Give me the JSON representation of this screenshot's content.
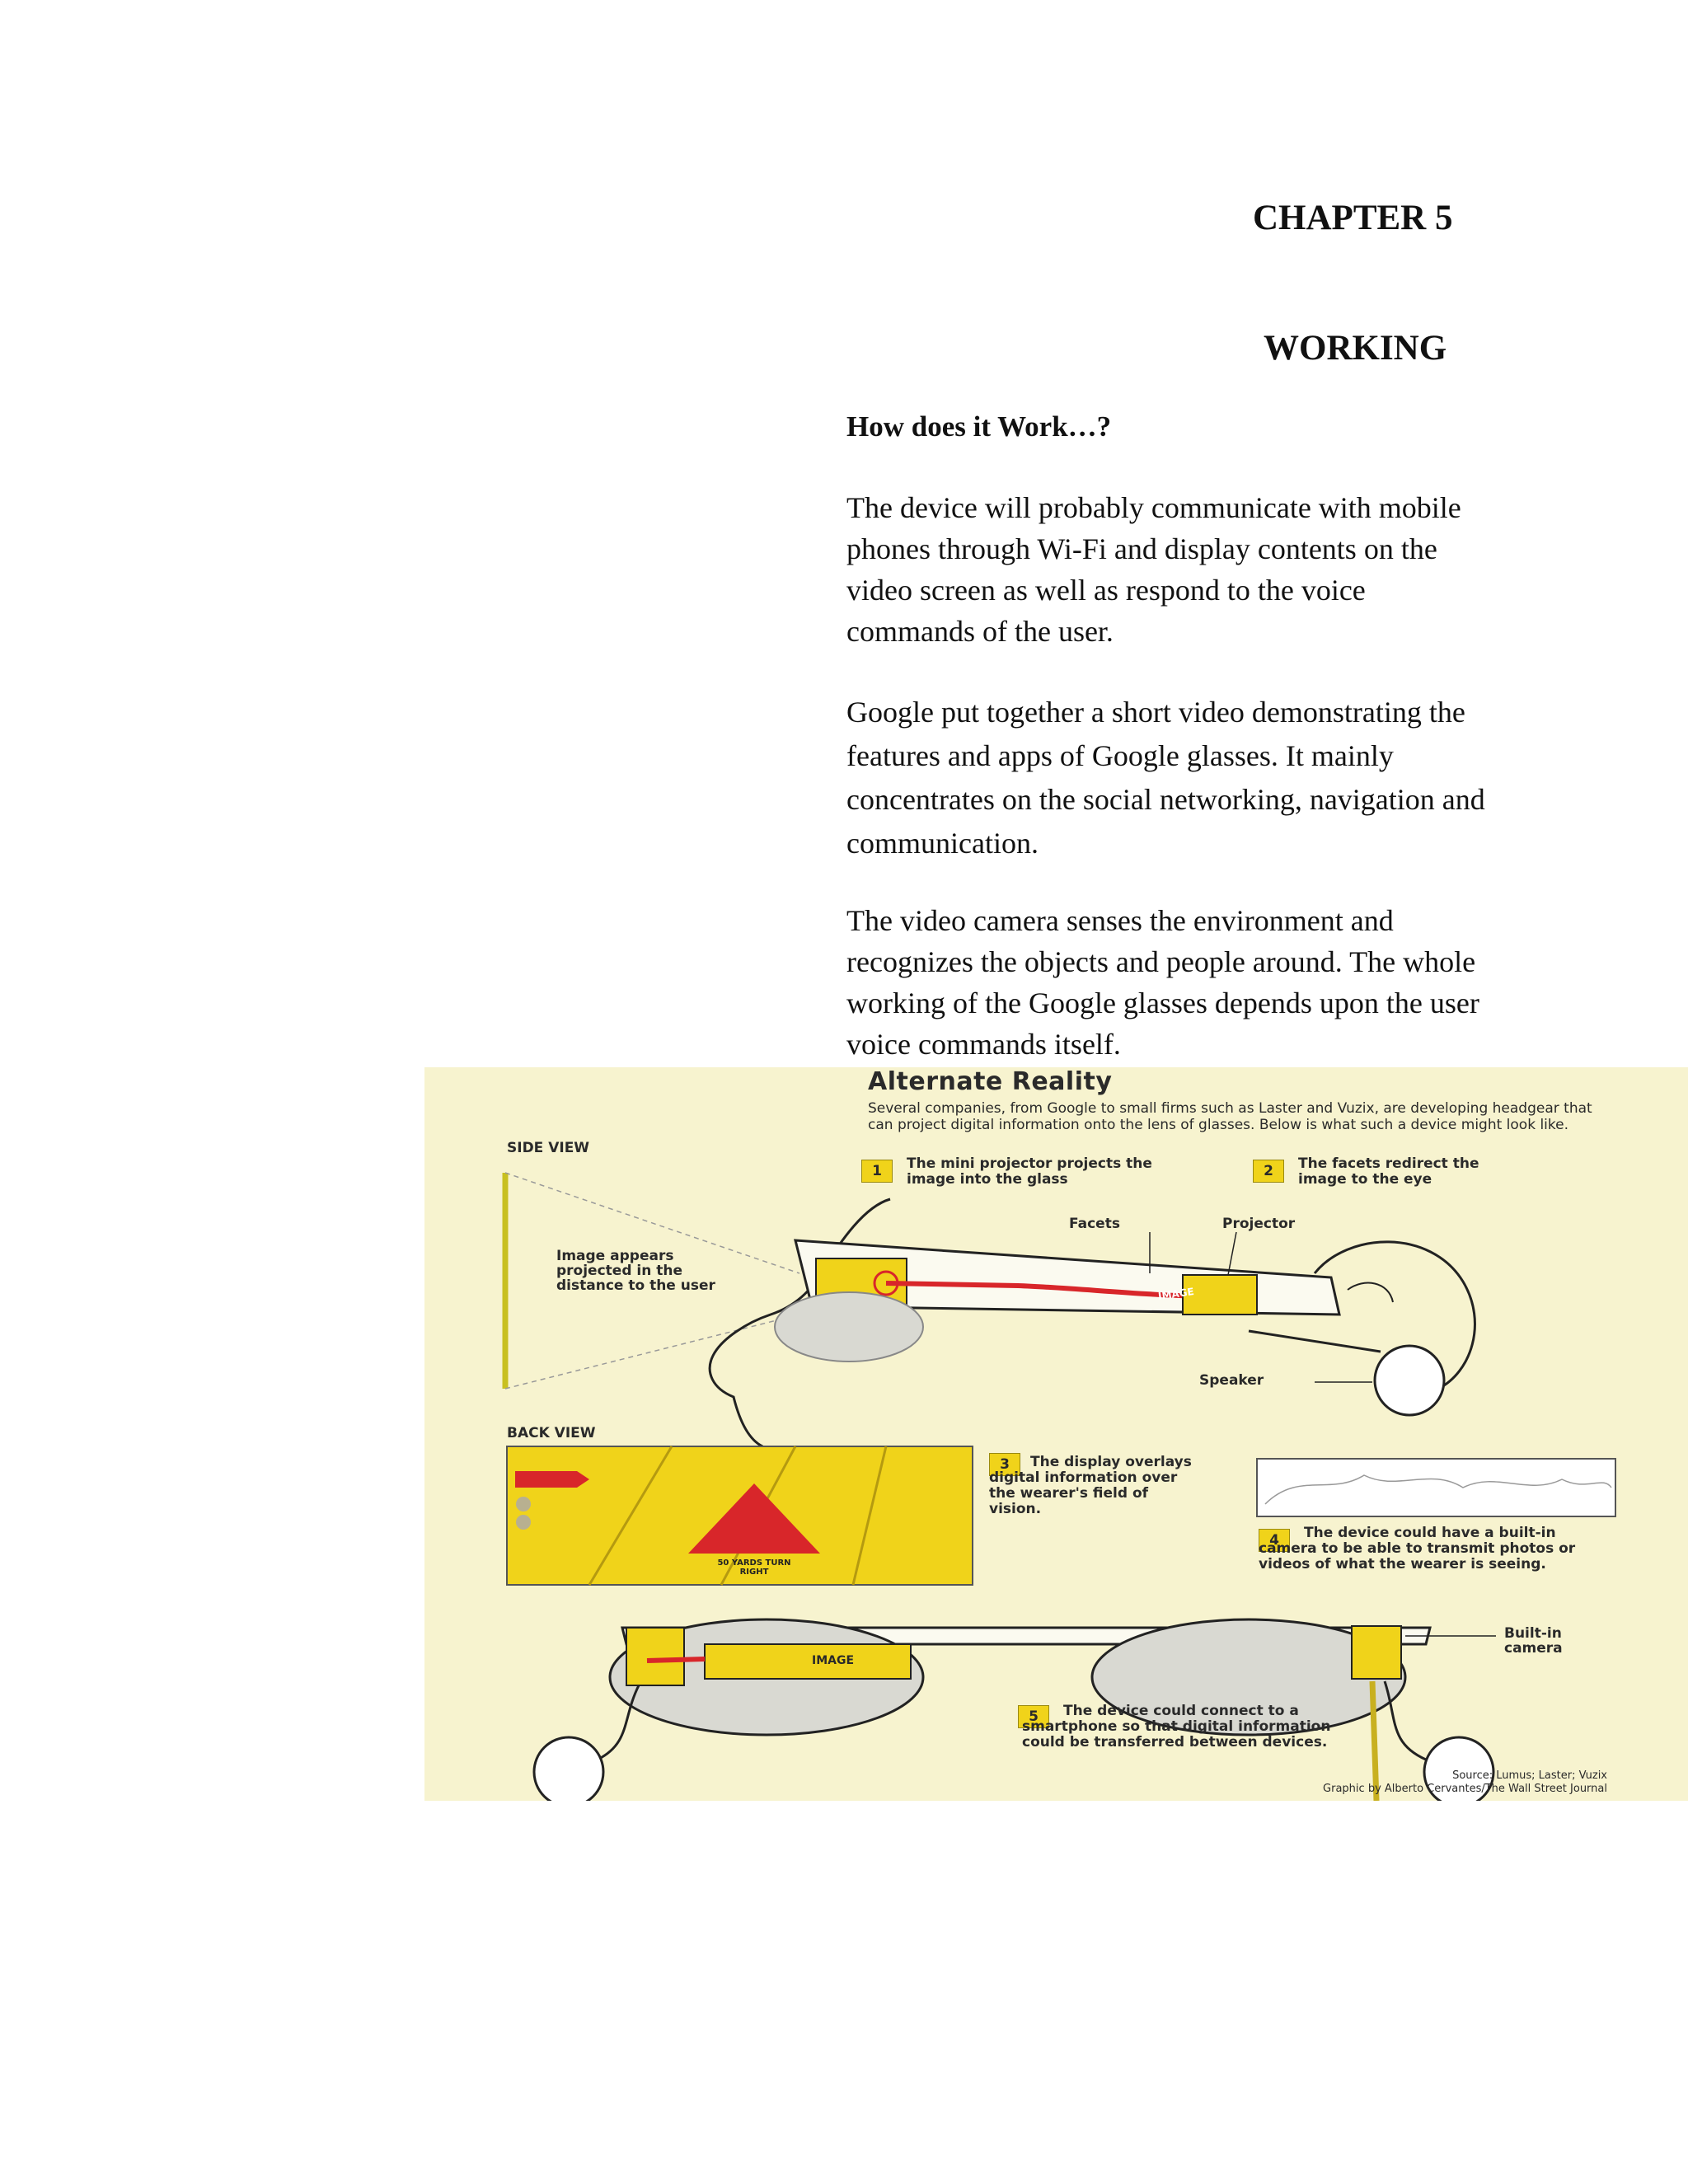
{
  "chapter": {
    "label": "CHAPTER 5",
    "title": "WORKING"
  },
  "section": {
    "heading": "How does it Work…?"
  },
  "paragraphs": [
    "The device will probably communicate with mobile phones through Wi-Fi and display contents on the video screen as well as respond to the voice commands of the user.",
    "Google put together a short video demonstrating the features and apps of Google glasses. It mainly concentrates on the social networking, navigation and communication.",
    "The video camera senses the environment and recognizes the objects and people around. The whole working of the Google glasses depends upon the user voice commands itself."
  ],
  "infographic": {
    "title": "Alternate Reality",
    "intro": "Several companies, from Google to small firms such as Laster and Vuzix, are developing headgear that can project digital information onto the lens of glasses. Below is what such a device might look like.",
    "side_view": "SIDE VIEW",
    "back_view": "BACK VIEW",
    "steps": [
      {
        "num": "1",
        "text": "The mini projector projects the image into the glass"
      },
      {
        "num": "2",
        "text": "The facets redirect the image to the eye"
      },
      {
        "num": "3",
        "text": "The display overlays digital information over the wearer's field of vision."
      },
      {
        "num": "4",
        "text": "The device could have a built-in camera to be able to transmit photos or videos of what the wearer is seeing."
      },
      {
        "num": "5",
        "text": "The device could connect to a smartphone so that digital information could be transferred between devices."
      }
    ],
    "labels": {
      "image_appears": "Image appears projected in the distance to the user",
      "facets": "Facets",
      "projector": "Projector",
      "speaker": "Speaker",
      "builtin_camera": "Built-in camera",
      "image_tag": "IMAGE",
      "yards": "50 YARDS TURN RIGHT"
    },
    "source": "Source: Lumus; Laster; Vuzix",
    "graphic_credit": "Graphic by Alberto Cervantes/The Wall Street Journal",
    "colors": {
      "background": "#f7f3cf",
      "yellow": "#f0d31a",
      "red": "#d8262a",
      "lens_gray": "#d9d9d2"
    }
  }
}
